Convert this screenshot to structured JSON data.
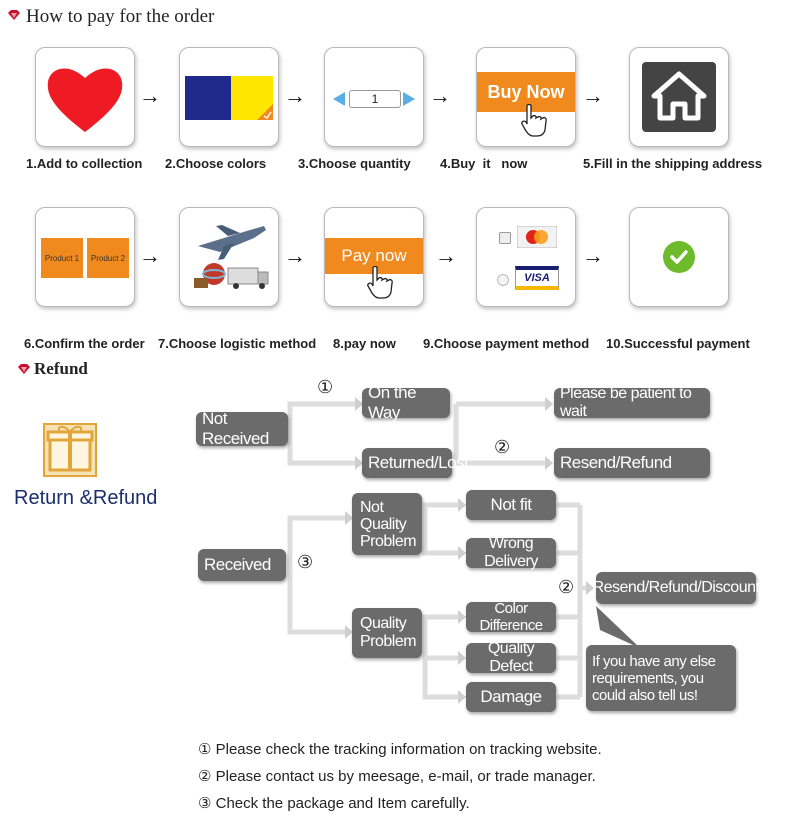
{
  "order": {
    "title": "How to pay for the order",
    "steps": [
      "1.Add to collection",
      "2.Choose colors",
      "3.Choose quantity",
      "4.Buy  it   now",
      "5.Fill in the shipping address",
      "6.Confirm the order",
      "7.Choose logistic method",
      "8.pay now",
      "9.Choose payment method",
      "10.Successful payment"
    ],
    "quantity_value": "1",
    "buy_now_label": "Buy Now",
    "pay_now_label": "Pay now",
    "product1_label": "Product 1",
    "product2_label": "Product 2",
    "visa_label": "VISA",
    "mastercard_label": "MasterCard"
  },
  "refund": {
    "title": "Refund",
    "side_label": "Return &Refund",
    "not_received": "Not Received",
    "on_the_way": "On the Way",
    "please_wait": "Please be patient to wait",
    "returned_lost": "Returned/Lost",
    "resend_refund": "Resend/Refund",
    "received": "Received",
    "not_quality_problem": "Not Quality Problem",
    "quality_problem": "Quality Problem",
    "not_fit": "Not fit",
    "wrong_delivery": "Wrong Delivery",
    "color_difference": "Color Difference",
    "quality_defect": "Quality Defect",
    "damage": "Damage",
    "resend_refund_discount": "Resend/Refund/Discount",
    "requirements_note": "If you have any else requirements, you could also tell us!",
    "marker1": "①",
    "marker2": "②",
    "marker3": "③",
    "notes": [
      "① Please check the tracking information on tracking website.",
      "② Please contact us by meesage, e-mail, or trade manager.",
      "③ Check the package and Item carefully."
    ]
  },
  "colors": {
    "heart_red": "#ee1b24",
    "navy": "#1f2a8c",
    "yellow": "#ffe600",
    "orange": "#f08a1e",
    "pill_gray": "#6b6b6b",
    "green_check": "#6dbb2a"
  }
}
